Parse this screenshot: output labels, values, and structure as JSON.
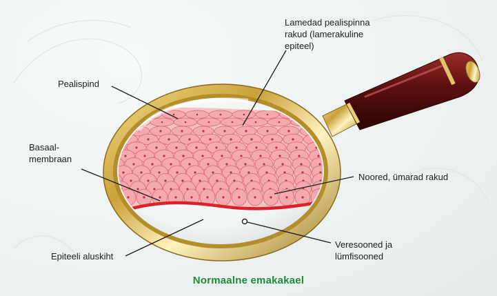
{
  "labels": {
    "top_right": "Lamedad pealispinna\nrakud (lamerakuline\nepiteel)",
    "surface": "Pealispind",
    "basal": "Basaal-\nmembraan",
    "young_cells": "Noored, ümarad rakud",
    "vessels": "Veresooned ja\nlümfisooned",
    "base_layer": "Epiteeli aluskiht"
  },
  "caption": "Normaalne emakakael",
  "colors": {
    "cell_fill": "#f3a9ad",
    "cell_stroke": "#d9666c",
    "membrane": "#d8232b",
    "caption": "#1f8a3a",
    "handle": "#6b1616",
    "brass": "#c9a23a"
  },
  "icons": {
    "magnifier": "magnifying-glass-icon"
  }
}
